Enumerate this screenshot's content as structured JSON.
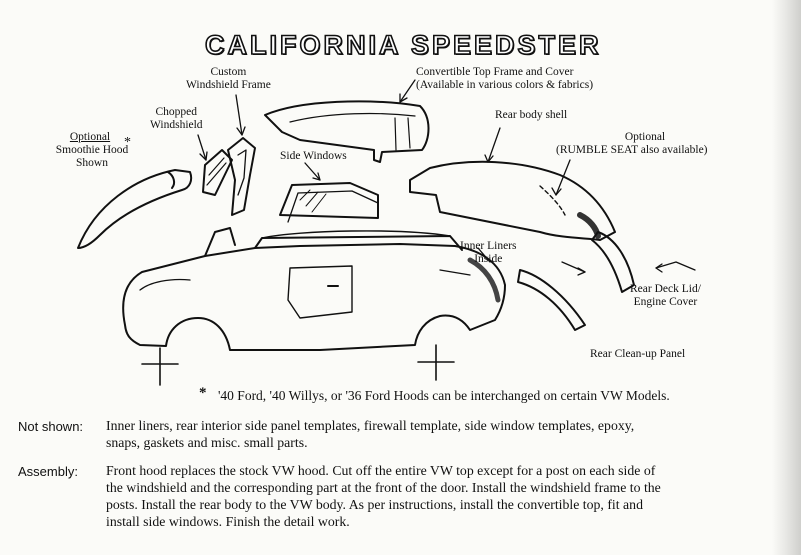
{
  "title": "CALIFORNIA SPEEDSTER",
  "labels": {
    "custom_windshield_frame": "Custom\nWindshield Frame",
    "convertible_top": "Convertible Top Frame and Cover\n(Available in various colors & fabrics)",
    "chopped_windshield": "Chopped\nWindshield",
    "rear_body_shell": "Rear body shell",
    "optional_hood_1": "Optional",
    "optional_hood_2": "Smoothie Hood\nShown",
    "hood_star": "*",
    "optional_rumble_1": "Optional",
    "optional_rumble_2": "(RUMBLE SEAT also available)",
    "side_windows": "Side Windows",
    "inner_liners": "Inner Liners\nInside",
    "rear_deck_lid": "Rear Deck Lid/\nEngine Cover",
    "rear_cleanup": "Rear Clean-up Panel"
  },
  "footnote": {
    "star": "*",
    "text": "'40 Ford, '40 Willys, or '36 Ford Hoods can be interchanged on certain VW Models."
  },
  "not_shown": {
    "label": "Not shown:",
    "text": "Inner liners, rear interior side panel templates, firewall template, side window templates, epoxy, snaps, gaskets and misc. small parts."
  },
  "assembly": {
    "label": "Assembly:",
    "text": "Front hood replaces the stock VW hood. Cut off the entire VW top except for a post on each side of the windshield and the corresponding part at the front of the door. Install the windshield frame to the posts. Install the rear body to the VW body. As per instructions, install the convertible top, fit and install side windows. Finish the detail work."
  }
}
